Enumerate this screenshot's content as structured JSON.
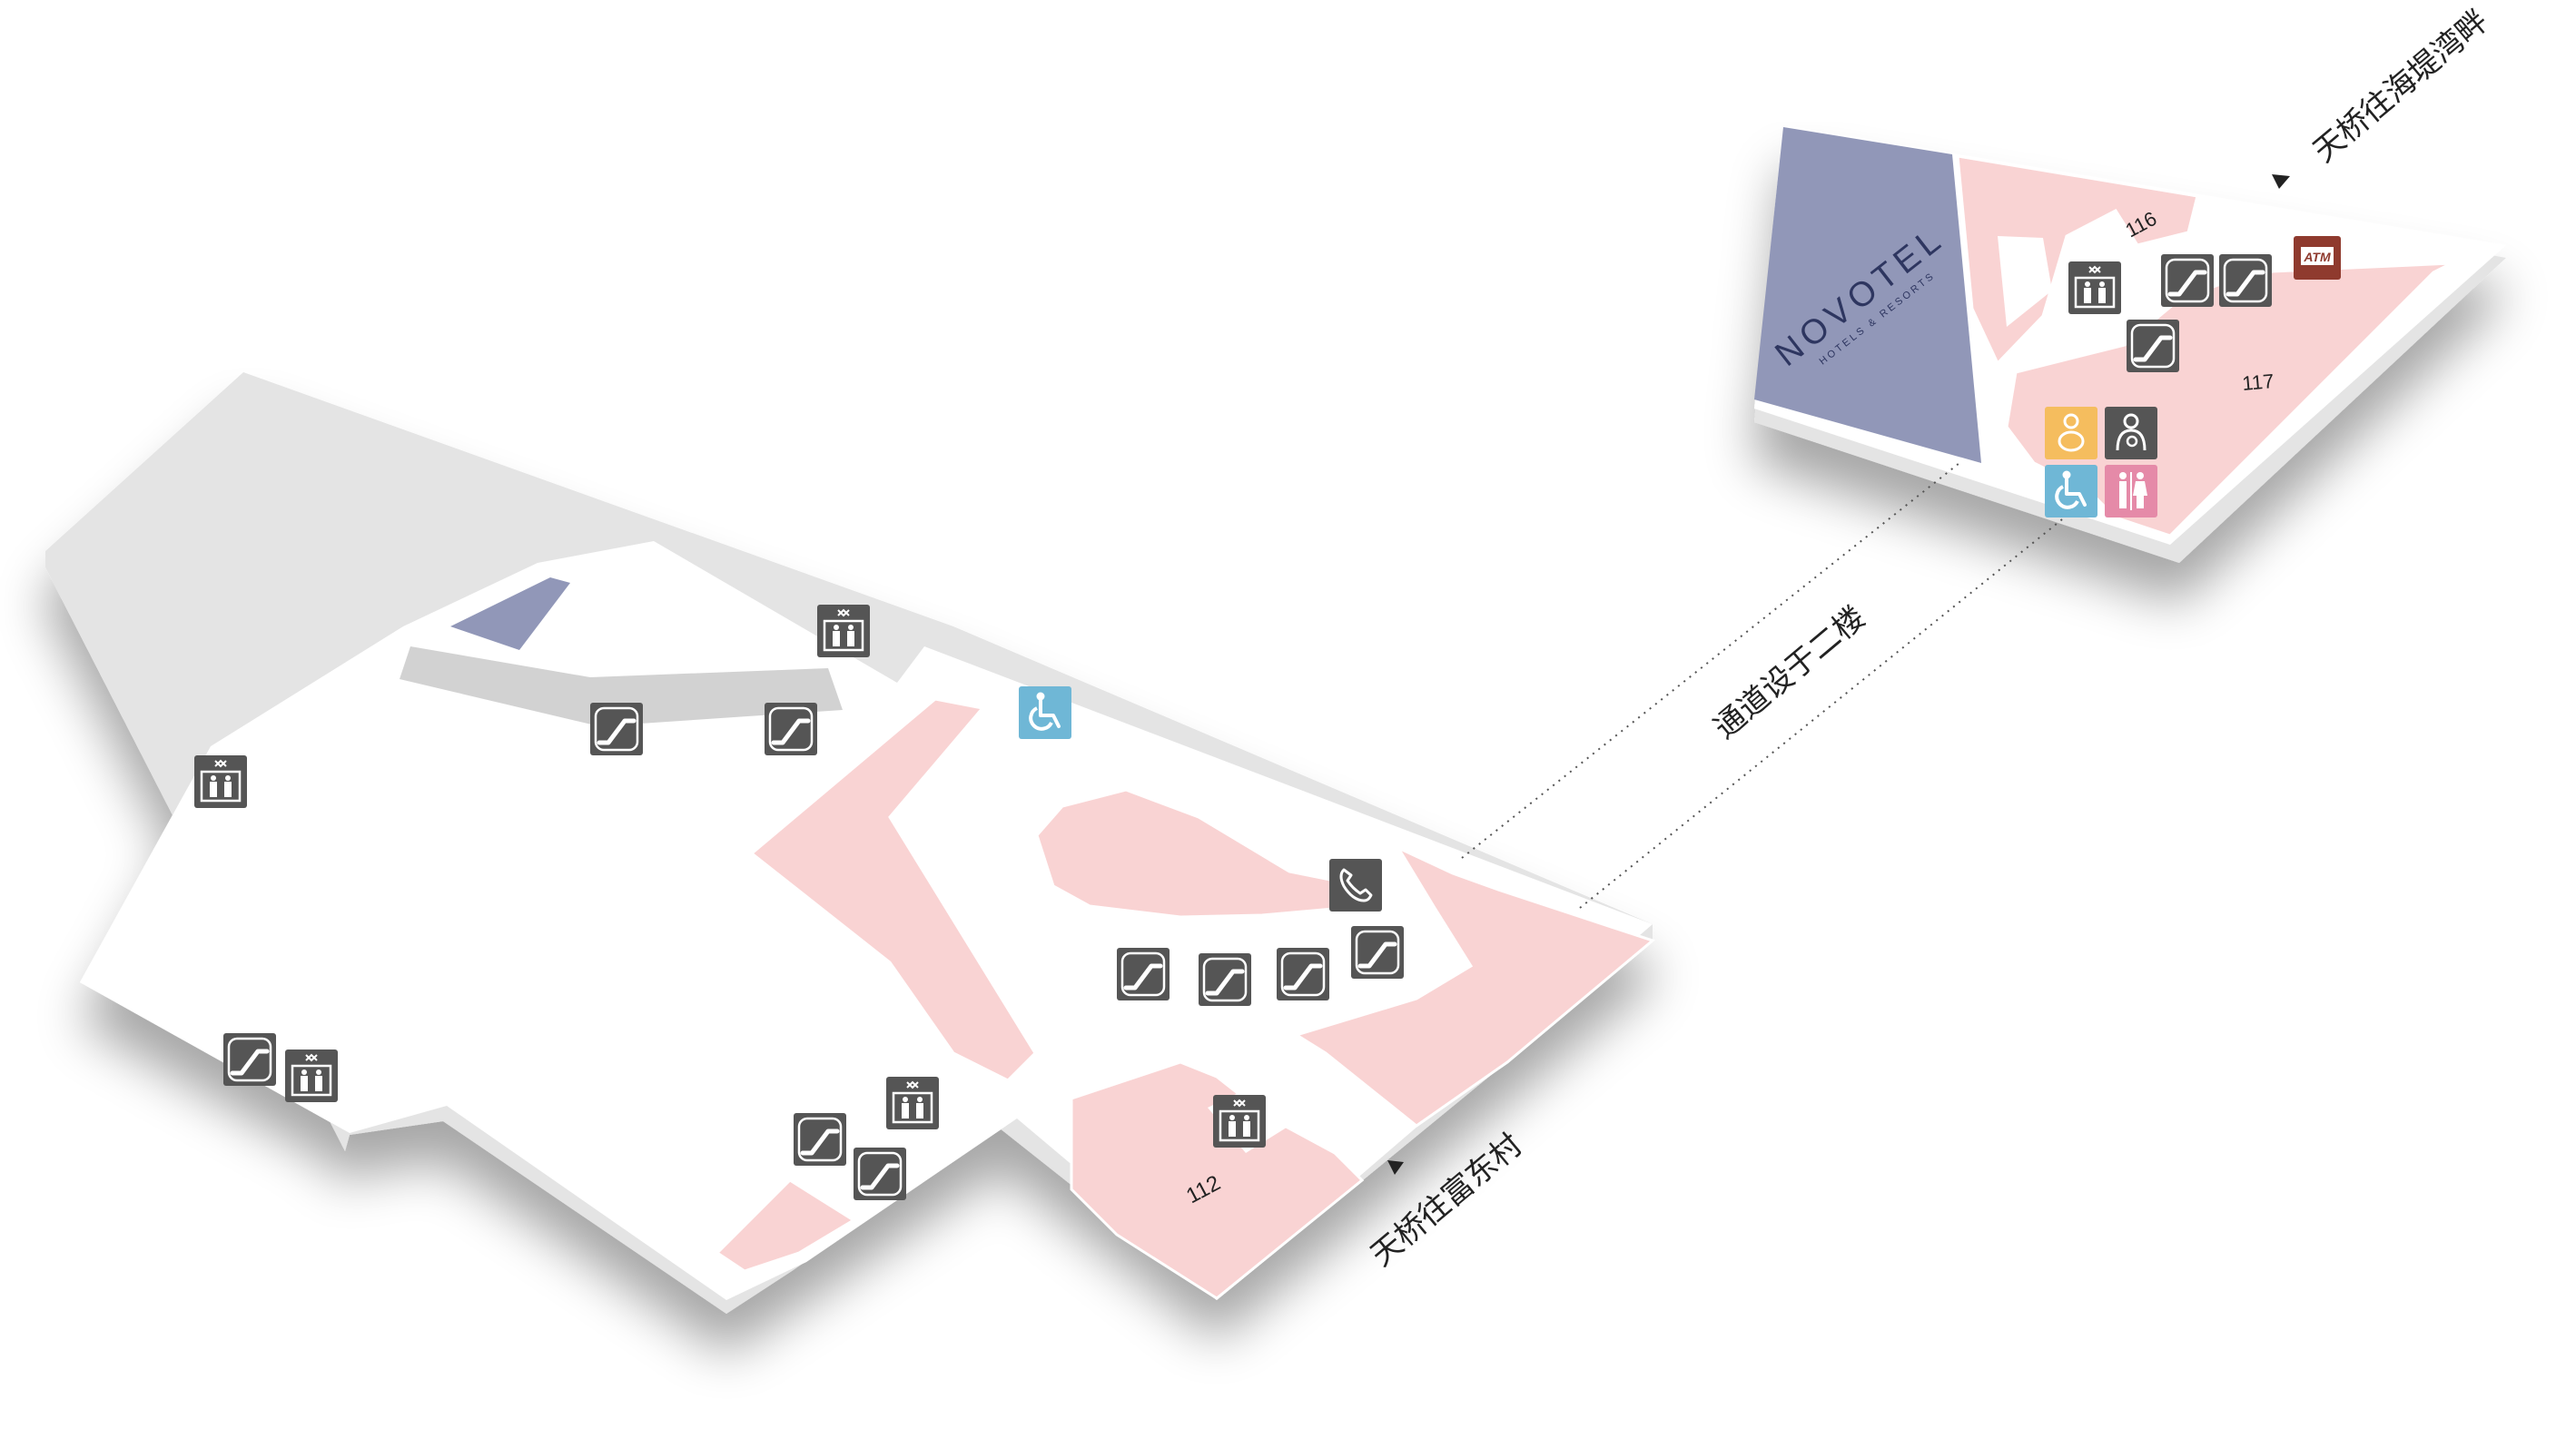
{
  "labels": {
    "bridge_top": "天桥往海堤湾畔",
    "bridge_bottom": "天桥往富东村",
    "passage": "通道设于二楼",
    "hotel_brand": "NOVOTEL",
    "hotel_sub": "HOTELS & RESORTS",
    "atm": "ATM"
  },
  "units": {
    "u112": "112",
    "u116": "116",
    "u117": "117"
  },
  "colors": {
    "shop": "#f9d3d3",
    "shop_line": "#ffffff",
    "floor": "#ffffff",
    "edge": "#e4e4e4",
    "hotel": "#9197b8",
    "icon_bg": "#555555",
    "accessible": "#6fb7d6",
    "baby": "#f5bd5e",
    "toilet": "#e58aa8",
    "atm": "#8f3a2e",
    "walkway": "#d2d2d2"
  },
  "icons": [
    {
      "type": "lift"
    },
    {
      "type": "lift"
    },
    {
      "type": "lift"
    },
    {
      "type": "lift"
    },
    {
      "type": "lift"
    },
    {
      "type": "lift"
    },
    {
      "type": "escalator"
    },
    {
      "type": "escalator"
    },
    {
      "type": "escalator"
    },
    {
      "type": "escalator"
    },
    {
      "type": "escalator"
    },
    {
      "type": "escalator"
    },
    {
      "type": "escalator"
    },
    {
      "type": "escalator"
    },
    {
      "type": "escalator"
    },
    {
      "type": "escalator"
    },
    {
      "type": "escalator"
    },
    {
      "type": "escalator"
    },
    {
      "type": "escalator"
    },
    {
      "type": "accessible"
    },
    {
      "type": "accessible"
    },
    {
      "type": "phone"
    },
    {
      "type": "baby-change"
    },
    {
      "type": "nursing-room"
    },
    {
      "type": "toilet"
    },
    {
      "type": "atm"
    }
  ]
}
